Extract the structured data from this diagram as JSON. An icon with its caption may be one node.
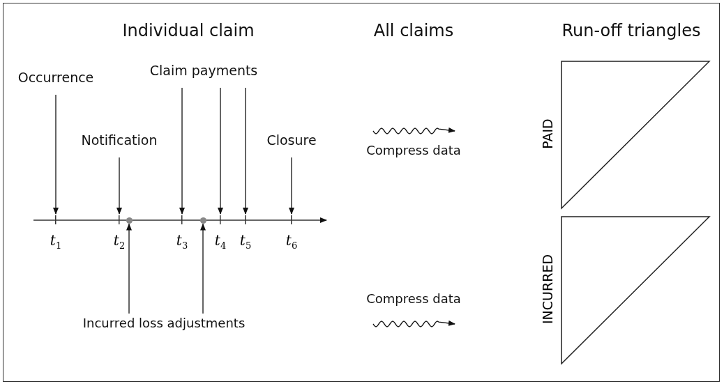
{
  "diagram": {
    "nodes": [
      {
        "text": [
          "Occurrence"
        ]
      },
      {
        "text": [
          "Claim payments"
        ]
      },
      {
        "text": [
          "Notification"
        ]
      },
      {
        "text": [
          "Closure"
        ]
      },
      {
        "text": [
          "t$_{1}$"
        ]
      },
      {
        "text": [
          "t$_{2}$"
        ]
      },
      {
        "text": [
          "t$_{3}$"
        ]
      },
      {
        "text": [
          "t$_{4}$"
        ]
      },
      {
        "text": [
          "t$_{5}$"
        ]
      },
      {
        "text": [
          "t$_{6}$"
        ]
      },
      {
        "text": [],
        "shape": "circle"
      },
      {
        "text": [],
        "shape": "circle"
      },
      {
        "text": [
          "Incurred loss adjustments"
        ]
      },
      {
        "text": [
          "PAID"
        ]
      },
      {
        "text": [
          "INCURRED"
        ]
      }
    ],
    "edges": [
      {
        "from": 0,
        "to": 4,
        "arrow": "to"
      },
      {
        "from": 2,
        "to": 5,
        "arrow": "to"
      },
      {
        "from": 1,
        "to": 6,
        "arrow": "to"
      },
      {
        "from": 1,
        "to": 7,
        "arrow": "to"
      },
      {
        "from": 1,
        "to": 8,
        "arrow": "to"
      },
      {
        "from": 3,
        "to": 9,
        "arrow": "to"
      },
      {
        "from": 12,
        "to": 10,
        "arrow": "to"
      },
      {
        "from": 12,
        "to": 11,
        "arrow": "to"
      }
    ],
    "labels": [
      "Individual claim",
      "All claims",
      "Run-off triangles",
      "Compress data",
      "Compress data"
    ]
  }
}
